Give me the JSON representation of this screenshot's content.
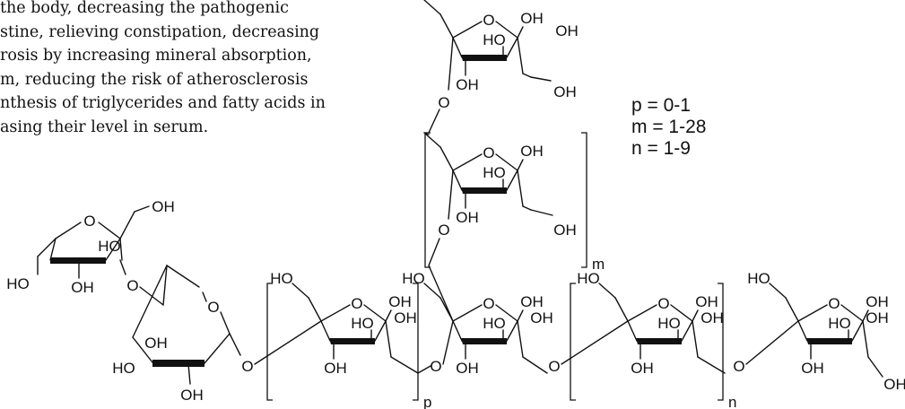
{
  "paragraph": {
    "lines": [
      "the body, decreasing the pathogenic",
      "stine, relieving constipation, decreasing",
      "rosis by increasing mineral absorption,",
      "m, reducing the risk of atherosclerosis",
      "nthesis of triglycerides and fatty acids in",
      "asing their level in serum."
    ]
  },
  "parameters": [
    "p = 0-1",
    "m = 1-28",
    "n = 1-9"
  ],
  "structure": {
    "atoms": {
      "ring_oxygen": "O",
      "glycosidic_oxygen": "O",
      "hydroxyl_left": "HO",
      "hydroxyl_right": "OH",
      "hydroxyl_cut": "OH"
    },
    "subscripts": {
      "p": "p",
      "m": "m",
      "n": "n"
    }
  },
  "colors": {
    "ink": "#111111",
    "background": "#ffffff"
  }
}
